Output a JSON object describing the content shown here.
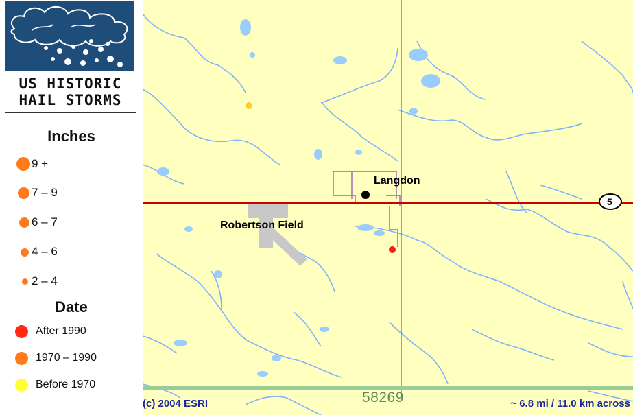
{
  "logo": {
    "line1": "US HISTORIC",
    "line2": "HAIL STORMS"
  },
  "legend": {
    "size_heading": "Inches",
    "size_items": [
      {
        "label": "9 +",
        "color": "#ff7a1a"
      },
      {
        "label": "7 – 9",
        "color": "#ff7a1a"
      },
      {
        "label": "6 – 7",
        "color": "#ff7a1a"
      },
      {
        "label": "4 – 6",
        "color": "#ff7a1a"
      },
      {
        "label": "2 – 4",
        "color": "#ff7a1a"
      }
    ],
    "date_heading": "Date",
    "date_items": [
      {
        "label": "After 1990",
        "color": "#ff2a10"
      },
      {
        "label": "1970 – 1990",
        "color": "#ff7a1a"
      },
      {
        "label": "Before 1970",
        "color": "#ffff33"
      }
    ]
  },
  "map": {
    "colors": {
      "land": "#ffffc0",
      "water": "#99ccff",
      "highway": "#cc0000",
      "boundary": "#9966aa",
      "airport": "#c8c8c8",
      "state_line": "#99cc99"
    },
    "labels": {
      "town": "Langdon",
      "airport": "Robertson Field",
      "route_shield": "5"
    }
  },
  "footer": {
    "copyright": "(c) 2004 ESRI",
    "zip": "58269",
    "scale": "~ 6.8 mi / 11.0 km across"
  }
}
